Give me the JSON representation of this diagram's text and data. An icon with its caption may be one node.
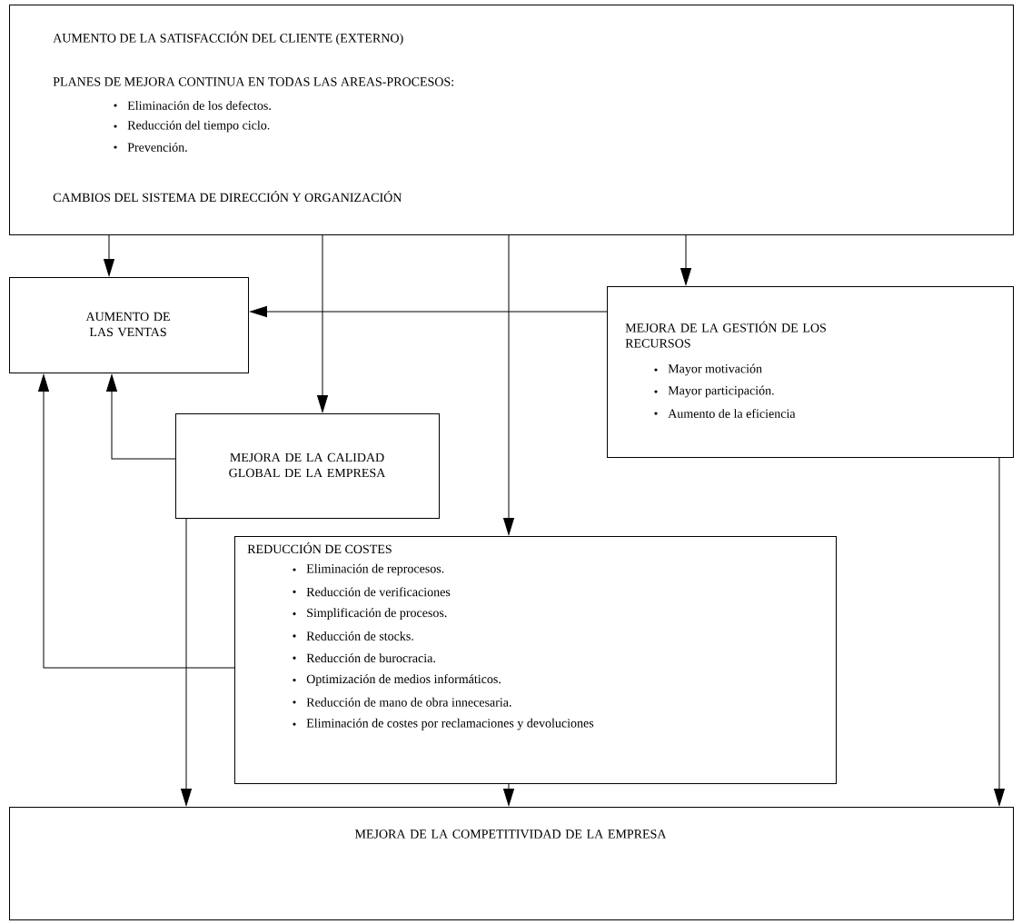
{
  "diagram": {
    "nodes": [
      {
        "text": [
          "AUMENTO DE LA SATISFACCIÓN DEL CLIENTE (EXTERNO)",
          "PLANES DE MEJORA CONTINUA EN TODAS LAS AREAS-PROCESOS:",
          "Eliminación de los defectos.",
          "Reducción del tiempo ciclo.",
          "Prevención.",
          "CAMBIOS DEL SISTEMA DE DIRECCIÓN Y ORGANIZACIÓN"
        ]
      },
      {
        "text": [
          "AUMENTO DE LAS VENTAS"
        ]
      },
      {
        "text": [
          "MEJORA DE LA GESTIÓN DE LOS RECURSOS",
          "Mayor motivación",
          "Mayor participación.",
          "Aumento de la eficiencia"
        ]
      },
      {
        "text": [
          "MEJORA DE LA CALIDAD GLOBAL DE LA EMPRESA"
        ]
      },
      {
        "text": [
          "REDUCCIÓN DE COSTES",
          "Eliminación de reprocesos.",
          "Reducción de verificaciones",
          "Simplificación de procesos.",
          "Reducción de stocks.",
          "Reducción de burocracia.",
          "Optimización de medios informáticos.",
          "Reducción de mano de obra innecesaria.",
          "Eliminación de costes por reclamaciones y devoluciones"
        ]
      },
      {
        "text": [
          "MEJORA DE LA COMPETITIVIDAD DE LA EMPRESA"
        ]
      }
    ],
    "edges": [
      {
        "from": 0,
        "to": 1,
        "arrow": "to"
      },
      {
        "from": 0,
        "to": 3,
        "arrow": "to"
      },
      {
        "from": 0,
        "to": 4,
        "arrow": "to"
      },
      {
        "from": 0,
        "to": 2,
        "arrow": "to"
      },
      {
        "from": 2,
        "to": 1,
        "arrow": "to"
      },
      {
        "from": 3,
        "to": 1,
        "arrow": "to"
      },
      {
        "from": 4,
        "to": 1,
        "arrow": "to"
      },
      {
        "from": 3,
        "to": 5,
        "arrow": "to"
      },
      {
        "from": 4,
        "to": 5,
        "arrow": "to"
      },
      {
        "from": 2,
        "to": 5,
        "arrow": "to"
      }
    ]
  }
}
